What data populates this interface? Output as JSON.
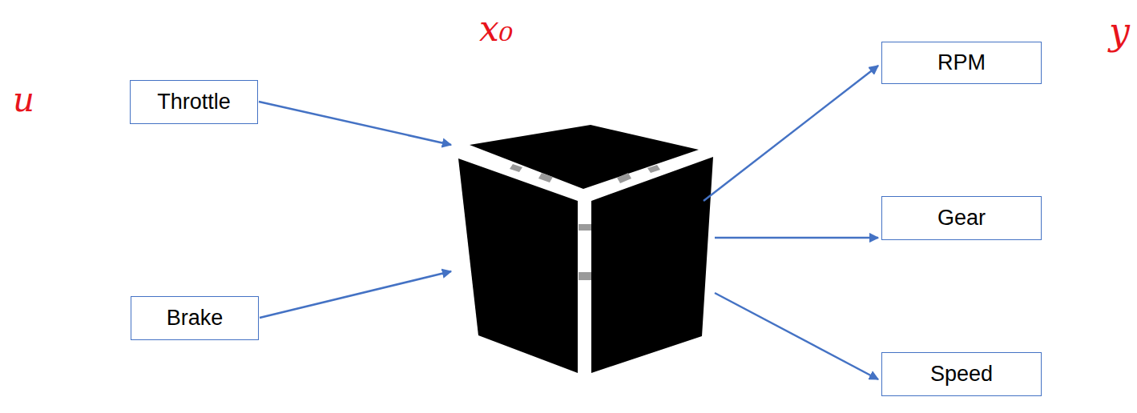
{
  "diagram": {
    "nodes": [
      {
        "text": [
          "Throttle"
        ]
      },
      {
        "text": [
          "Brake"
        ]
      },
      {
        "text": [
          "RPM"
        ]
      },
      {
        "text": [
          "Gear"
        ]
      },
      {
        "text": [
          "Speed"
        ]
      }
    ],
    "labels": [
      "x₀",
      "y",
      "u"
    ]
  }
}
